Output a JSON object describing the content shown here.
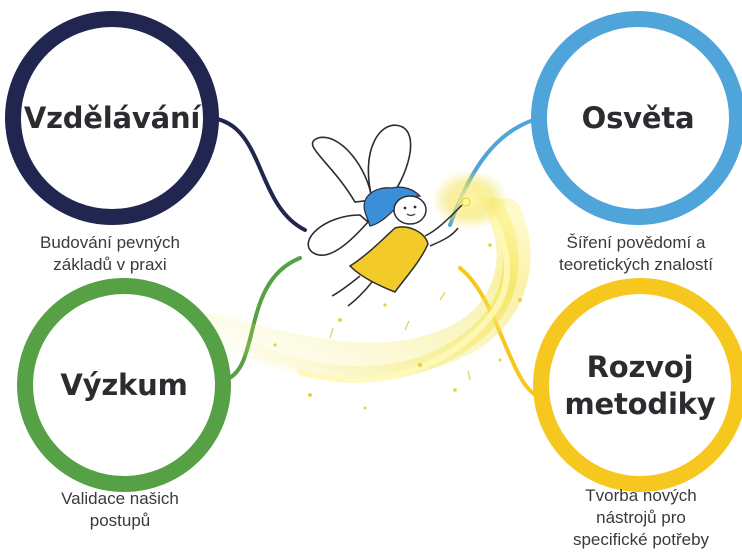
{
  "diagram": {
    "nodes": [
      {
        "id": "education",
        "title": "Vzdělávání",
        "description": "Budování pevných\nzákladů v praxi",
        "color": "#20264f"
      },
      {
        "id": "awareness",
        "title": "Osvěta",
        "description": "Šíření povědomí a\nteoretických znalostí",
        "color": "#4fa4d9"
      },
      {
        "id": "research",
        "title": "Výzkum",
        "description": "Validace našich\npostupů",
        "color": "#56a046"
      },
      {
        "id": "methodology",
        "title": "Rozvoj\nmetodiky",
        "description": "Tvorba nových\nnástrojů pro\nspecifické potřeby",
        "color": "#f6c81f"
      }
    ],
    "center_illustration": "fairy-with-magic-sparkle",
    "sparkle_color": "#f3e35a"
  }
}
